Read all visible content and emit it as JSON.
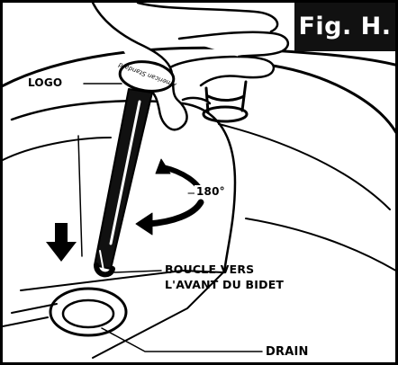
{
  "figure": {
    "badge_label": "Fig. H.",
    "labels": {
      "logo": "LOGO",
      "angle": "180°",
      "loop_line1": "BOUCLE VERS",
      "loop_line2": "L'AVANT DU BIDET",
      "drain": "DRAIN"
    },
    "cap_text": "American Standard"
  }
}
